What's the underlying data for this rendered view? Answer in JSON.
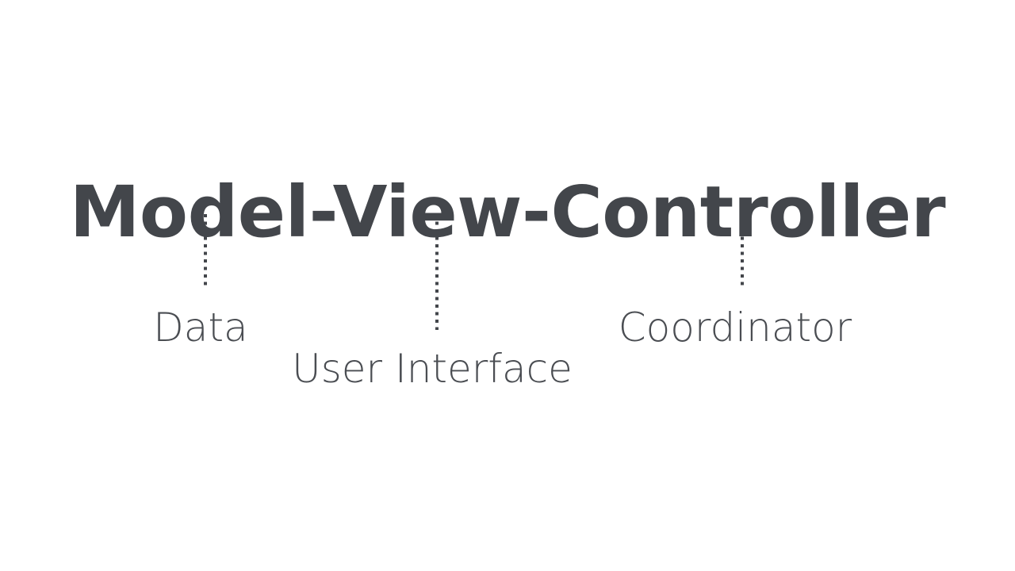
{
  "slide": {
    "background_color": "#ffffff",
    "text_color": "#43464b",
    "title": "Model-View-Controller"
  },
  "diagram": {
    "type": "annotated-term-breakdown",
    "connectors": [
      {
        "name": "model-connector",
        "style": "dotted-vertical",
        "color": "#43464b"
      },
      {
        "name": "view-connector",
        "style": "dotted-vertical",
        "color": "#43464b"
      },
      {
        "name": "controller-connector",
        "style": "dotted-vertical",
        "color": "#43464b"
      }
    ],
    "parts": [
      {
        "term": "Model",
        "label": "Data"
      },
      {
        "term": "View",
        "label": "User Interface"
      },
      {
        "term": "Controller",
        "label": "Coordinator"
      }
    ]
  }
}
